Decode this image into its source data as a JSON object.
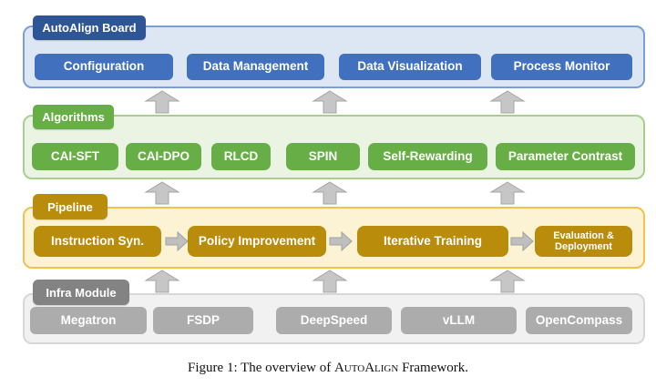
{
  "figure": {
    "caption": {
      "prefix": "Figure 1: The overview of ",
      "smallcaps": "AutoAlign",
      "suffix": " Framework."
    }
  },
  "layers": [
    {
      "tab": "AutoAlign Board",
      "items": [
        "Configuration",
        "Data Management",
        "Data Visualization",
        "Process Monitor"
      ],
      "colors": {
        "tab_bg": "#2e5596",
        "button_bg": "#4170be",
        "panel_bg": "#dde6f3",
        "panel_border": "#7b9fd4"
      }
    },
    {
      "tab": "Algorithms",
      "items": [
        "CAI-SFT",
        "CAI-DPO",
        "RLCD",
        "SPIN",
        "Self-Rewarding",
        "Parameter Contrast"
      ],
      "colors": {
        "tab_bg": "#68ae46",
        "button_bg": "#68ae46",
        "panel_bg": "#ebf3e3",
        "panel_border": "#a8ce90"
      }
    },
    {
      "tab": "Pipeline",
      "items": [
        "Instruction Syn.",
        "Policy Improvement",
        "Iterative Training",
        "Evaluation & Deployment"
      ],
      "colors": {
        "tab_bg": "#b98c0b",
        "button_bg": "#b98c0b",
        "panel_bg": "#fcf3d5",
        "panel_border": "#f2c14e"
      }
    },
    {
      "tab": "Infra Module",
      "items": [
        "Megatron",
        "FSDP",
        "DeepSpeed",
        "vLLM",
        "OpenCompass"
      ],
      "colors": {
        "tab_bg": "#838383",
        "button_bg": "#acacac",
        "panel_bg": "#f1f1f1",
        "panel_border": "#d7d7d7"
      }
    }
  ],
  "arrow_color": "#c6c6c6"
}
